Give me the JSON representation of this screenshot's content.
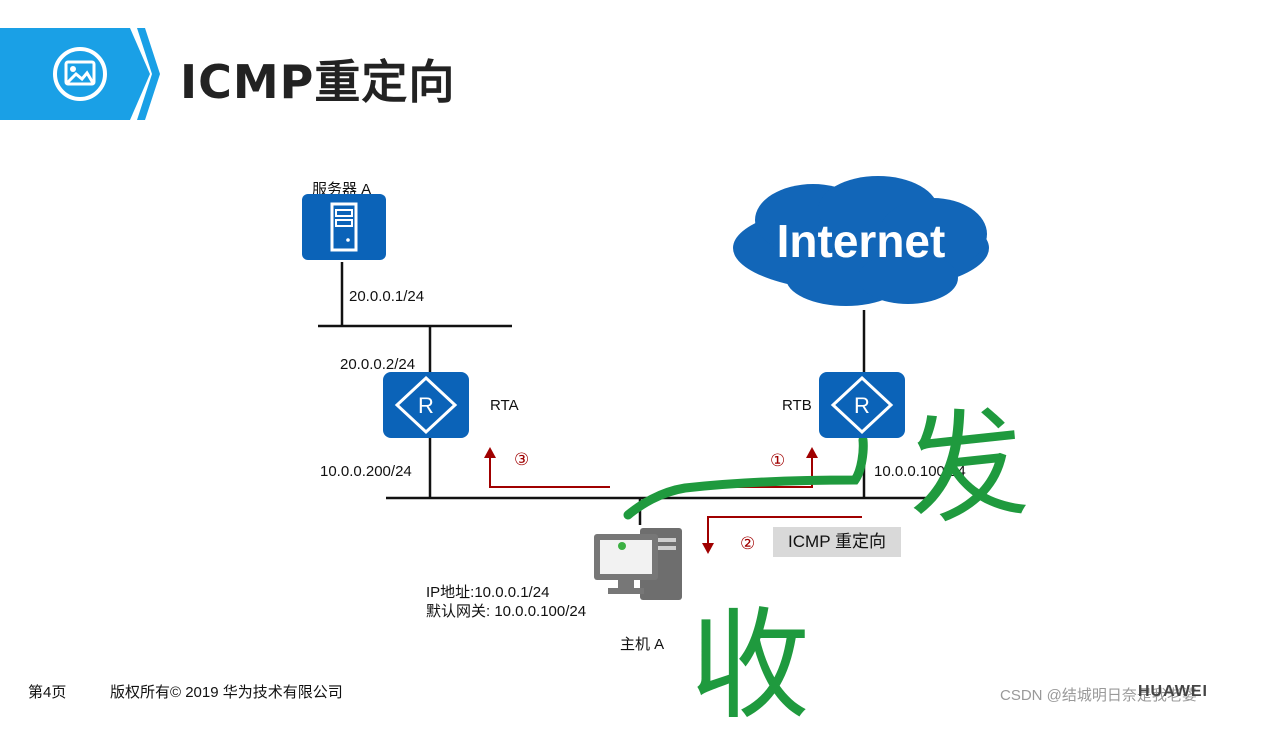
{
  "header": {
    "title": "ICMP重定向",
    "icon": "image-icon",
    "accent": "#1aa0e6"
  },
  "devices": {
    "server_a": {
      "label": "服务器 A",
      "ip": "20.0.0.1/24"
    },
    "rta": {
      "label": "RTA",
      "ip_top": "20.0.0.2/24",
      "ip_bottom": "10.0.0.200/24"
    },
    "rtb": {
      "label": "RTB",
      "ip_bottom": "10.0.0.100/24"
    },
    "internet": {
      "label": "Internet"
    },
    "host_a": {
      "label": "主机 A",
      "ip": "IP地址:10.0.0.1/24",
      "gateway": "默认网关: 10.0.0.100/24"
    }
  },
  "steps": {
    "one": "①",
    "two": "②",
    "three": "③",
    "icmp_label": "ICMP 重定向"
  },
  "handwriting": {
    "send": "发",
    "receive": "收"
  },
  "footer": {
    "page": "第4页",
    "copyright": "版权所有© 2019 华为技术有限公司"
  },
  "watermark": {
    "csdn": "CSDN @结城明日奈是我老婆",
    "brand": "HUAWEI"
  },
  "colors": {
    "router_blue": "#0b63b8",
    "cloud_blue": "#1266b8",
    "arrow_red": "#a00000",
    "pen_green": "#1f9a3e"
  }
}
